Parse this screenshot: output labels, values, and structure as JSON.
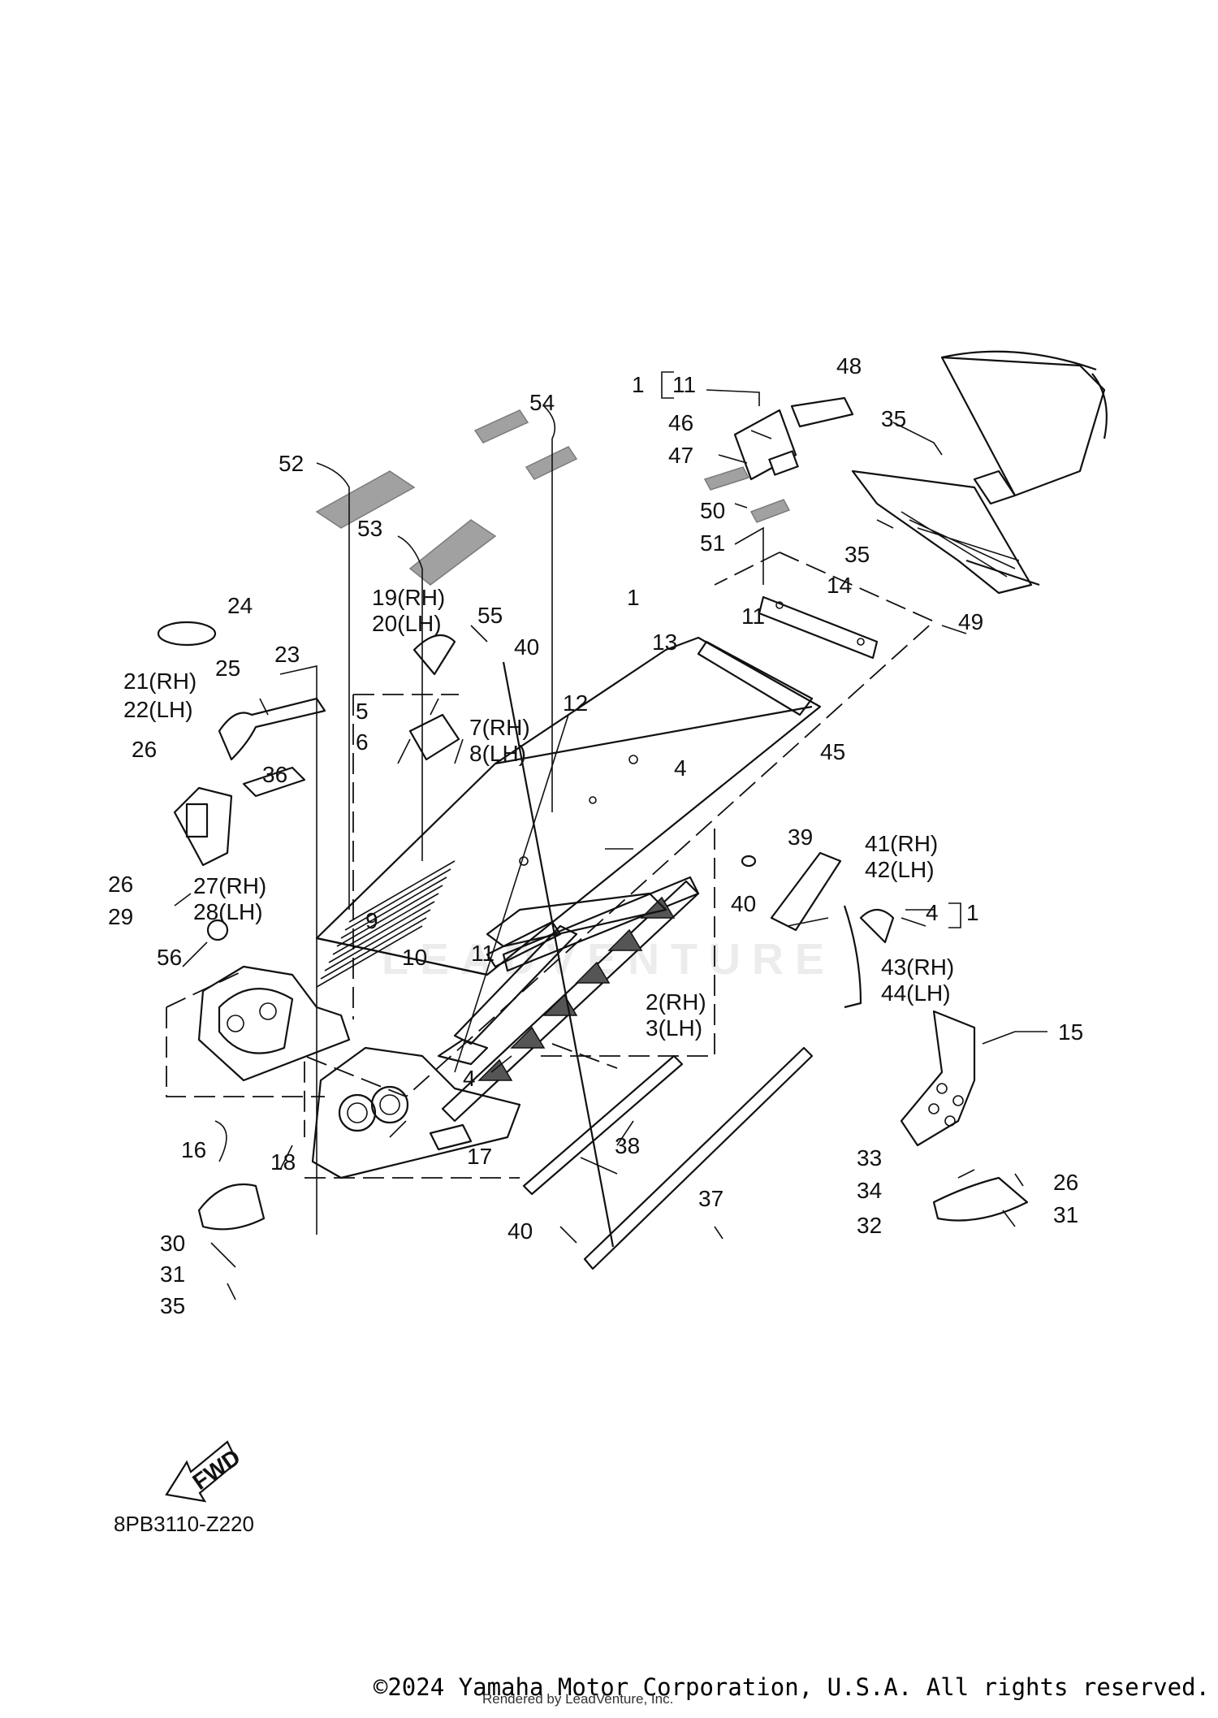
{
  "diagram_code": "8PB3110-Z220",
  "fwd_label": "FWD",
  "watermark": "LEADVENTURE",
  "copyright": "©2024 Yamaha Motor Corporation, U.S.A. All rights reserved.",
  "rendered_by": "Rendered by LeadVenture, Inc.",
  "callouts": {
    "c1a": "1",
    "c11a": "11",
    "c48": "48",
    "c35a": "35",
    "c54": "54",
    "c46": "46",
    "c47": "47",
    "c52": "52",
    "c50": "50",
    "c51": "51",
    "c53": "53",
    "c35b": "35",
    "c49": "49",
    "c1b": "1",
    "c14": "14",
    "c19": "19(RH)",
    "c20": "20(LH)",
    "c24": "24",
    "c55": "55",
    "c11b": "11",
    "c13": "13",
    "c40a": "40",
    "c23": "23",
    "c25": "25",
    "c21": "21(RH)",
    "c22": "22(LH)",
    "c12": "12",
    "c5": "5",
    "c7": "7(RH)",
    "c6": "6",
    "c8": "8(LH)",
    "c45": "45",
    "c26a": "26",
    "c4a": "4",
    "c36": "36",
    "c39": "39",
    "c41": "41(RH)",
    "c42": "42(LH)",
    "c26b": "26",
    "c27": "27(RH)",
    "c28": "28(LH)",
    "c40b": "40",
    "c4b": "4",
    "c1c": "1",
    "c29": "29",
    "c9": "9",
    "c56": "56",
    "c10": "10",
    "c11c": "11",
    "c43": "43(RH)",
    "c44": "44(LH)",
    "c2": "2(RH)",
    "c3": "3(LH)",
    "c15": "15",
    "c4c": "4",
    "c16": "16",
    "c18": "18",
    "c17": "17",
    "c38": "38",
    "c33": "33",
    "c34": "34",
    "c26c": "26",
    "c37": "37",
    "c32": "32",
    "c31a": "31",
    "c40c": "40",
    "c30": "30",
    "c31b": "31",
    "c35c": "35"
  }
}
